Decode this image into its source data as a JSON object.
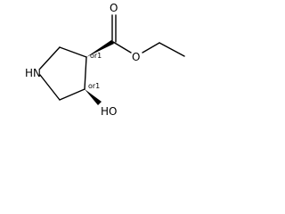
{
  "molecule": {
    "atoms": {
      "carbonyl_oxygen": "O",
      "ester_oxygen": "O",
      "ring_nitrogen": "HN",
      "hydroxyl": "HO"
    },
    "stereo": {
      "c3": "or1",
      "c4": "or1"
    }
  }
}
